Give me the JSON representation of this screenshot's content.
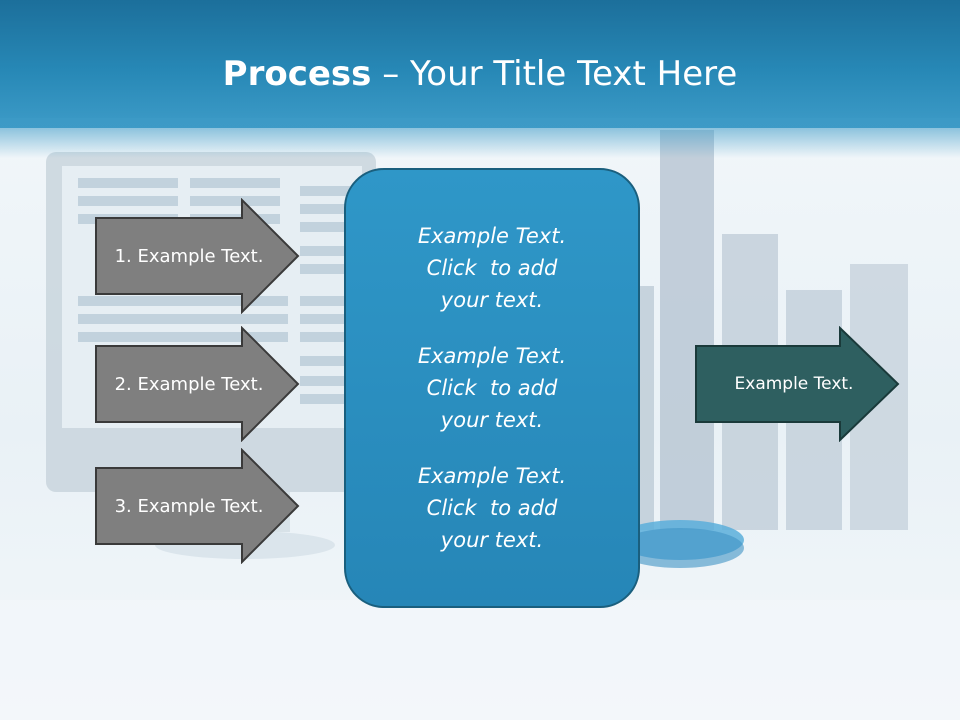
{
  "title": {
    "bold": "Process",
    "dash": " – ",
    "rest": "Your Title Text Here"
  },
  "steps": [
    {
      "label": "1. Example Text."
    },
    {
      "label": "2. Example Text."
    },
    {
      "label": "3. Example Text."
    }
  ],
  "center": [
    {
      "line1": "Example Text.",
      "line2": "Click  to add",
      "line3": "your text."
    },
    {
      "line1": "Example Text.",
      "line2": "Click  to add",
      "line3": "your text."
    },
    {
      "line1": "Example Text.",
      "line2": "Click  to add",
      "line3": "your text."
    }
  ],
  "result": {
    "label": "Example Text."
  },
  "colors": {
    "header": "#2788b6",
    "step_fill": "#7f7f7f",
    "center_fill": "#2a8ec0",
    "result_fill": "#2e5f60"
  }
}
